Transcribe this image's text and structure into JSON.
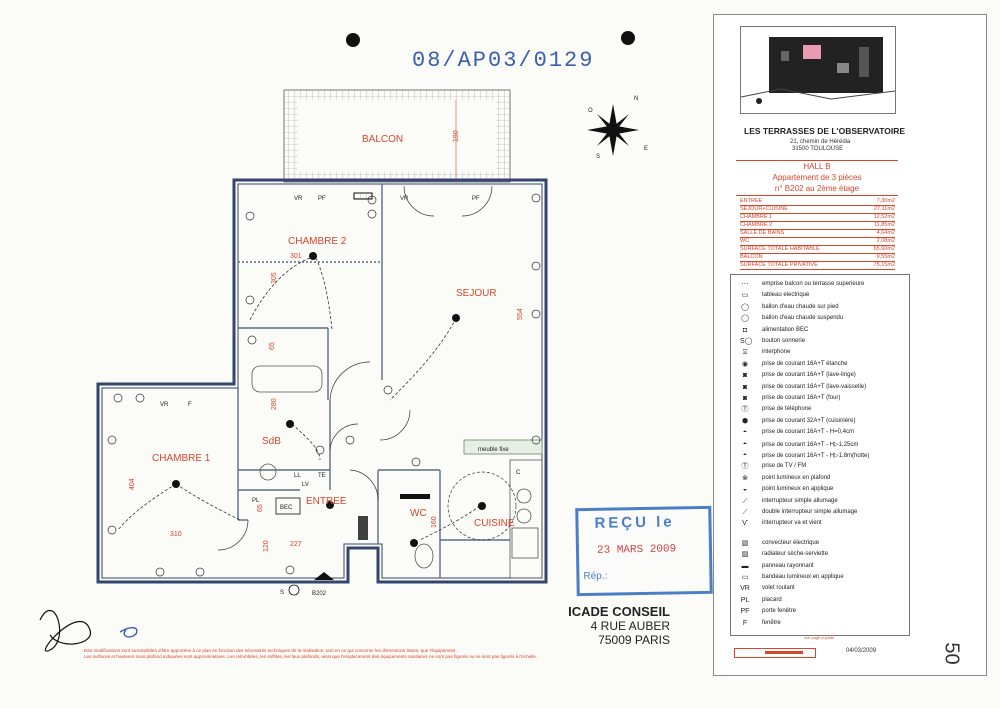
{
  "permit_number": "08/AP03/0129",
  "rooms": {
    "balcon": "BALCON",
    "chambre2": "CHAMBRE 2",
    "sejour": "SEJOUR",
    "chambre1": "CHAMBRE 1",
    "sdb": "SdB",
    "entree": "ENTREE",
    "wc": "WC",
    "cuisine": "CUISINE",
    "meuble": "meuble fixe"
  },
  "dimensions": {
    "balcon": "190",
    "ch2_w": "301",
    "ch2_h": "305",
    "sejour": "554",
    "sdb_a": "65",
    "sdb_b": "280",
    "ch1_h": "404",
    "ch1_w": "310",
    "entree_a": "65",
    "entree_b": "120",
    "entree_c": "227",
    "wc": "160"
  },
  "symbols": {
    "vr": "VR",
    "pf": "PF",
    "f": "F",
    "pl": "PL",
    "bec": "BEC",
    "c": "C",
    "ll": "LL",
    "lv": "LV",
    "te": "TE",
    "apt_ref": "B202",
    "s_label": "S"
  },
  "compass": {
    "o": "O",
    "n": "N",
    "s": "S",
    "e": "E"
  },
  "company": {
    "name": "ICADE CONSEIL",
    "addr1": "4 RUE AUBER",
    "addr2": "75009 PARIS"
  },
  "stamp": {
    "line1": "REÇU le",
    "line2": "23 MARS 2009",
    "line3": "Rép.:"
  },
  "disclaimer": {
    "line1": "Des modifications sont susceptibles d'être apportées à ce plan en fonction des nécessités techniques de la réalisation, tant en ce qui concerne les dimensions lisses, que l'équipement.",
    "line2": "Les surfaces et hauteurs sous plafond indiquées sont approximatives. Les retombées, les soffites, les faux plafonds, ainsi que l'emplacement des équipements sanitaires ne sont pas figurés ou ne sont pas figurés à l'échelle."
  },
  "project": {
    "name": "LES TERRASSES DE L'OBSERVATOIRE",
    "addr1": "21, chemin de Hérédia",
    "addr2": "31500 TOULOUSE",
    "hall": "HALL B",
    "apt_type": "Appartement de 3 pièces",
    "apt_no": "n° B202 au 2ème étage"
  },
  "areas": [
    {
      "label": "ENTREE",
      "value": "7,30m2"
    },
    {
      "label": "SEJOUR+CUISINE",
      "value": "27,11m2"
    },
    {
      "label": "CHAMBRE 1",
      "value": "12,52m2"
    },
    {
      "label": "CHAMBRE 2",
      "value": "11,85m2"
    },
    {
      "label": "SALLE DE BAINS",
      "value": "4,64m2"
    },
    {
      "label": "WC",
      "value": "2,08m2"
    },
    {
      "label": "SURFACE TOTALE HABITABLE",
      "value": "65,60m2"
    },
    {
      "label": "BALCON",
      "value": "9,55m2"
    },
    {
      "label": "SURFACE TOTALE PRIVATIVE",
      "value": "75,15m2"
    }
  ],
  "legend": [
    {
      "icon": "dotted-line-icon",
      "glyph": "⋯",
      "label": "emprise balcon ou terrasse superieure"
    },
    {
      "icon": "panel-icon",
      "glyph": "▭",
      "label": "tableau electrique"
    },
    {
      "icon": "water-heater-floor-icon",
      "glyph": "◯",
      "label": "ballon d'eau chaude sur pied"
    },
    {
      "icon": "water-heater-wall-icon",
      "glyph": "◯",
      "label": "ballon d'eau chaude suspendu"
    },
    {
      "icon": "bec-supply-icon",
      "glyph": "◘",
      "label": "alimentation BEC"
    },
    {
      "icon": "doorbell-icon",
      "glyph": "S◯",
      "label": "bouton sonnerie"
    },
    {
      "icon": "intercom-icon",
      "glyph": "⍓",
      "label": "interphone"
    },
    {
      "icon": "socket-waterproof-icon",
      "glyph": "◉",
      "label": "prise de courant 16A+T étanche"
    },
    {
      "icon": "socket-washer-icon",
      "glyph": "◙",
      "label": "prise de courant 16A+T (lave-linge)"
    },
    {
      "icon": "socket-dishwasher-icon",
      "glyph": "◙",
      "label": "prise de courant 16A+T (lave-vaisselle)"
    },
    {
      "icon": "socket-oven-icon",
      "glyph": "◙",
      "label": "prise de courant 16A+T (four)"
    },
    {
      "icon": "phone-socket-icon",
      "glyph": "Ⓣ",
      "label": "prise de téléphone"
    },
    {
      "icon": "socket-cooker-icon",
      "glyph": "⬢",
      "label": "prise de courant 32A+T (cuisinière)"
    },
    {
      "icon": "socket-low-icon",
      "glyph": "◓",
      "label": "prise de courant 16A+T - H=0,4cm"
    },
    {
      "icon": "socket-mid-icon",
      "glyph": "◓",
      "label": "prise de courant 16A+T - H▷1,25cm"
    },
    {
      "icon": "socket-hood-icon",
      "glyph": "◓",
      "label": "prise de courant 16A+T - H▷1,8m(hotte)"
    },
    {
      "icon": "tv-socket-icon",
      "glyph": "Ⓣ",
      "label": "prise de TV / FM"
    },
    {
      "icon": "ceiling-light-icon",
      "glyph": "⊗",
      "label": "point lumineux en plafond"
    },
    {
      "icon": "wall-light-icon",
      "glyph": "◒",
      "label": "point lumineux en applique"
    },
    {
      "icon": "switch-single-icon",
      "glyph": "⟋",
      "label": "interrupteur simple allumage"
    },
    {
      "icon": "switch-double-icon",
      "glyph": "⟋",
      "label": "double interrupteur simple allumage"
    },
    {
      "icon": "switch-two-way-icon",
      "glyph": "Ѵ",
      "label": "interrupteur va et vient"
    },
    {
      "icon": "electric-heater-icon",
      "glyph": "▧",
      "label": "convecteur électrique"
    },
    {
      "icon": "towel-rail-icon",
      "glyph": "▨",
      "label": "radiateur sèche-serviette"
    },
    {
      "icon": "radiant-panel-icon",
      "glyph": "▬",
      "label": "panneau rayonnant"
    },
    {
      "icon": "wall-light-strip-icon",
      "glyph": "▭",
      "label": "bandeau lumineux en applique"
    },
    {
      "icon": "roller-shutter-icon",
      "glyph": "VR",
      "label": "volet roulant"
    },
    {
      "icon": "closet-icon",
      "glyph": "PL",
      "label": "placard"
    },
    {
      "icon": "french-window-icon",
      "glyph": "PF",
      "label": "porte fenêtre"
    },
    {
      "icon": "window-icon",
      "glyph": "F",
      "label": "fenêtre"
    }
  ],
  "footer": {
    "date": "04/03/2009",
    "page_mark": "50"
  },
  "colors": {
    "wall": "#33466e",
    "annotation": "#d8462a",
    "stamp": "#4a7fc8",
    "permit_ink": "#3a5fb0"
  }
}
